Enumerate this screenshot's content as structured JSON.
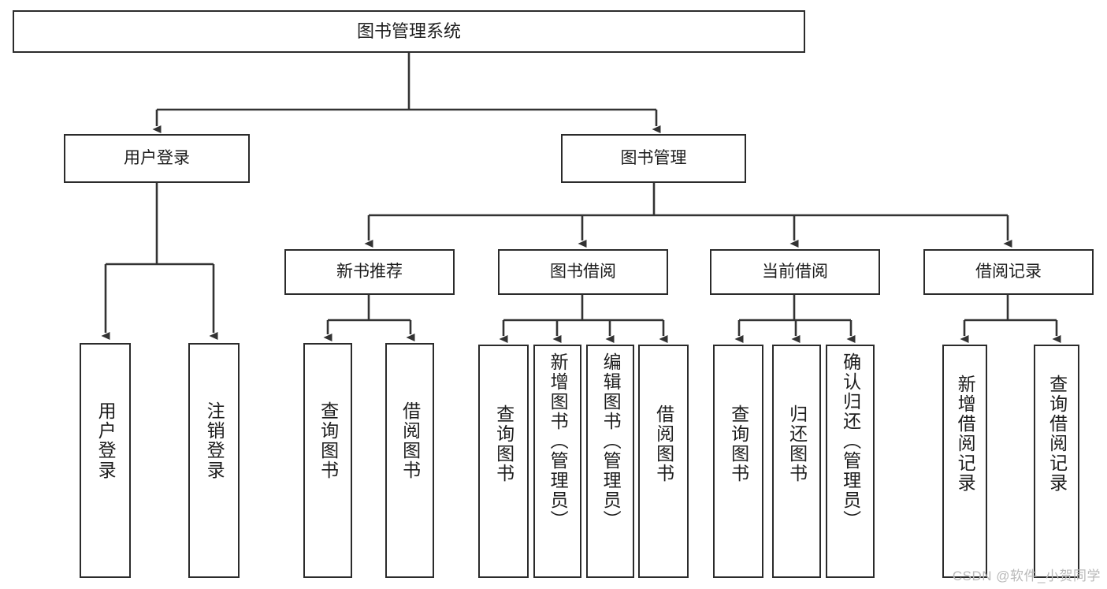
{
  "diagram": {
    "title": "图书管理系统",
    "watermark": "CSDN @软件_小贺同学",
    "colors": {
      "box_stroke": "#2b2b2b",
      "box_fill": "#ffffff",
      "edge": "#333333",
      "text": "#1d1d1d",
      "watermark": "#b9b9b9",
      "background": "#ffffff"
    },
    "root": {
      "label": "图书管理系统"
    },
    "level1": [
      {
        "label": "用户登录"
      },
      {
        "label": "图书管理"
      }
    ],
    "level2": [
      {
        "label": "新书推荐"
      },
      {
        "label": "图书借阅"
      },
      {
        "label": "当前借阅"
      },
      {
        "label": "借阅记录"
      }
    ],
    "leaves": {
      "user_login": [
        {
          "label": "用户登录"
        },
        {
          "label": "注销登录"
        }
      ],
      "new_book_recommend": [
        {
          "label": "查询图书"
        },
        {
          "label": "借阅图书"
        }
      ],
      "book_borrow": [
        {
          "label": "查询图书"
        },
        {
          "label": "新增图书（管理员）"
        },
        {
          "label": "编辑图书（管理员）"
        },
        {
          "label": "借阅图书"
        }
      ],
      "current_borrow": [
        {
          "label": "查询图书"
        },
        {
          "label": "归还图书"
        },
        {
          "label": "确认归还（管理员）"
        }
      ],
      "borrow_record": [
        {
          "label": "新增借阅记录"
        },
        {
          "label": "查询借阅记录"
        }
      ]
    }
  }
}
